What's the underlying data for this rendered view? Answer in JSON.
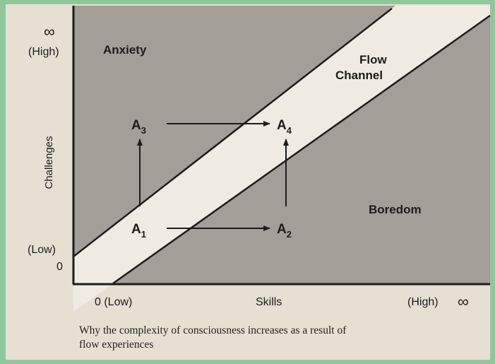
{
  "diagram": {
    "y_axis": {
      "label": "Challenges",
      "infinity": "∞",
      "high": "(High)",
      "low": "(Low)",
      "zero": "0"
    },
    "x_axis": {
      "label": "Skills",
      "low": "0 (Low)",
      "high": "(High)",
      "infinity": "∞"
    },
    "regions": {
      "anxiety": "Anxiety",
      "flow_line1": "Flow",
      "flow_line2": "Channel",
      "boredom": "Boredom"
    },
    "points": {
      "a1": {
        "base": "A",
        "sub": "1"
      },
      "a2": {
        "base": "A",
        "sub": "2"
      },
      "a3": {
        "base": "A",
        "sub": "3"
      },
      "a4": {
        "base": "A",
        "sub": "4"
      }
    },
    "colors": {
      "background": "#8fc79b",
      "paper": "#e6e0d3",
      "shaded_region": "#a39f98",
      "flow_channel": "#efebe2",
      "ink": "#1c1c1c"
    }
  },
  "caption": {
    "line1": "Why the complexity of consciousness increases as a result of",
    "line2": "flow experiences"
  }
}
